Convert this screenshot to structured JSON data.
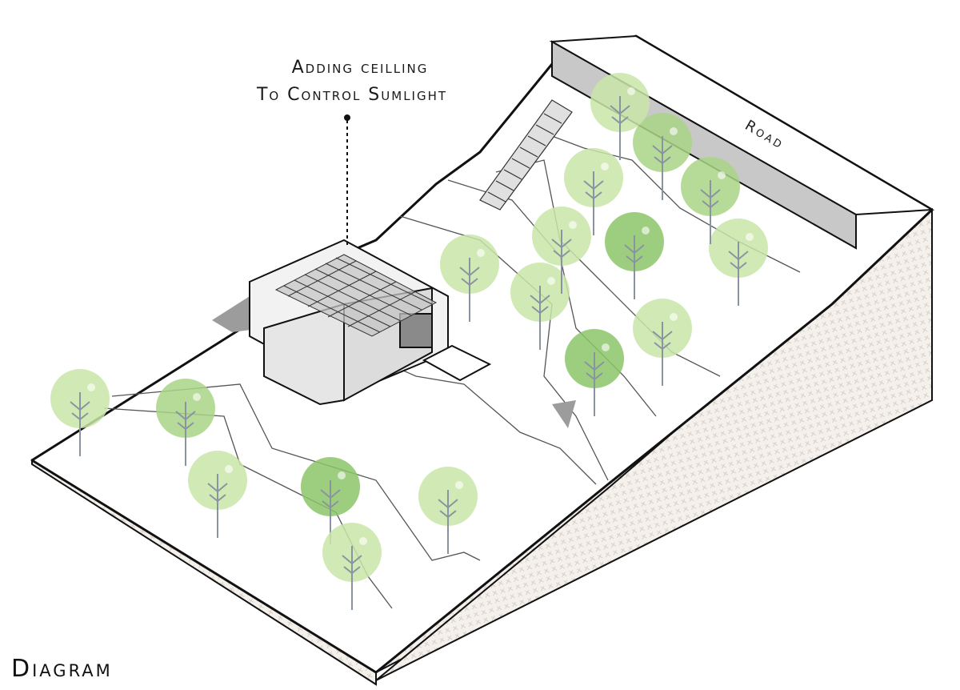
{
  "annotation": {
    "line1": "Adding ceilling",
    "line2": "To Control Sumlight"
  },
  "road_label": "Road",
  "diagram_label": "Diagram",
  "colors": {
    "terrain": "#ffffff",
    "outline": "#111111",
    "road": "#c8c8c8",
    "tree_light": "#c9e6a8",
    "tree_mid": "#a9d586",
    "tree_dark": "#8cc468",
    "building": "#e6e6e6",
    "shadow": "#9c9c9c",
    "side_hatch": "#e9e4e0"
  },
  "icons": {
    "tree": "tree-icon",
    "stair": "stair-icon"
  }
}
